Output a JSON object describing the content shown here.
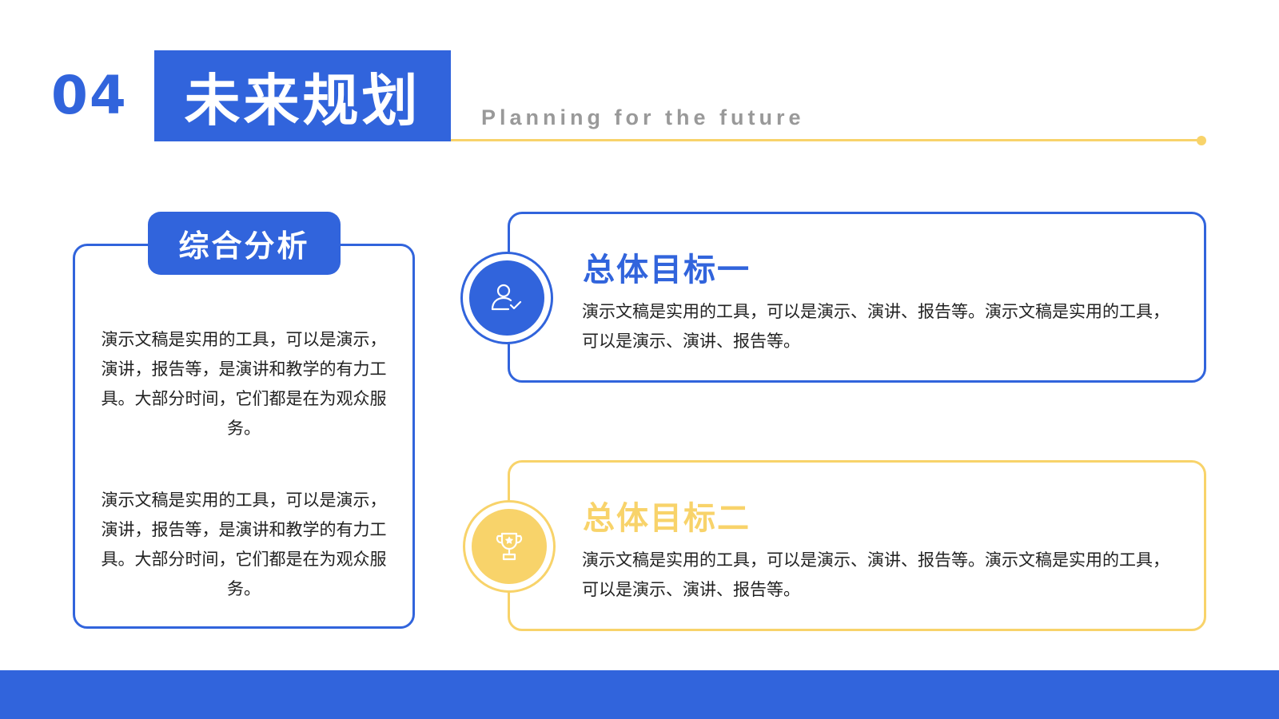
{
  "header": {
    "section_number": "04",
    "title": "未来规划",
    "subtitle": "Planning for the future"
  },
  "left_panel": {
    "tag": "综合分析",
    "paragraphs": [
      "演示文稿是实用的工具，可以是演示，演讲，报告等，是演讲和教学的有力工具。大部分时间，它们都是在为观众服务。",
      "演示文稿是实用的工具，可以是演示，演讲，报告等，是演讲和教学的有力工具。大部分时间，它们都是在为观众服务。"
    ]
  },
  "goals": [
    {
      "title": "总体目标一",
      "body": "演示文稿是实用的工具，可以是演示、演讲、报告等。演示文稿是实用的工具，可以是演示、演讲、报告等。",
      "icon": "user-check-icon"
    },
    {
      "title": "总体目标二",
      "body": "演示文稿是实用的工具，可以是演示、演讲、报告等。演示文稿是实用的工具，可以是演示、演讲、报告等。",
      "icon": "trophy-icon"
    }
  ],
  "colors": {
    "primary": "#3164DC",
    "accent": "#F8D36A",
    "subtitle": "#999999",
    "text": "#222222"
  }
}
